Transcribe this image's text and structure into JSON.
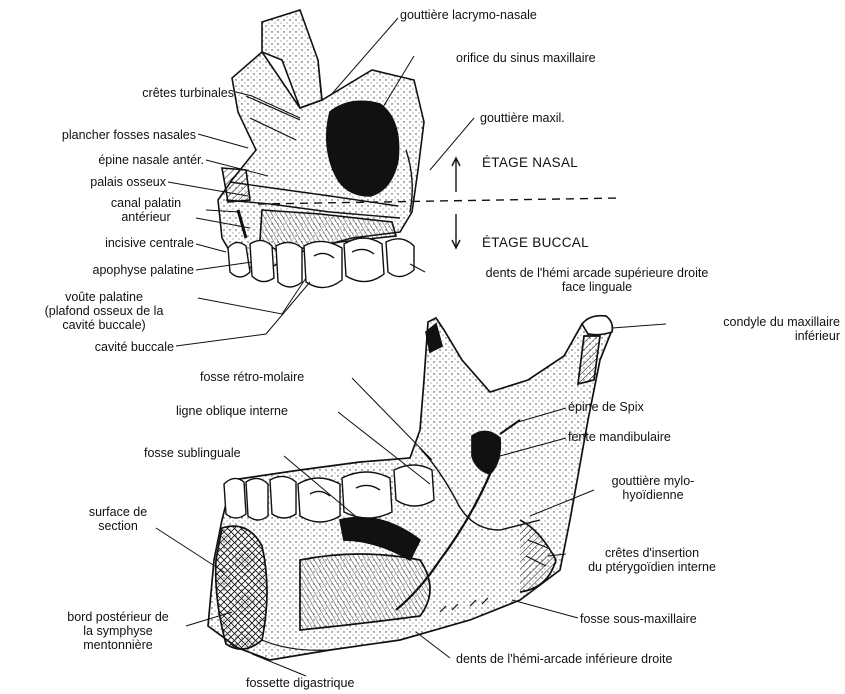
{
  "labels": {
    "gouttiere_lacrymo_nasale": "gouttière lacrymo-nasale",
    "orifice_sinus_maxillaire": "orifice du sinus maxillaire",
    "cretes_turbinales": "crêtes turbinales",
    "gouttiere_maxil": "gouttière maxil.",
    "plancher_fosses_nasales": "plancher fosses nasales",
    "epine_nasale_anter": "épine nasale antér.",
    "etage_nasal": "ÉTAGE NASAL",
    "palais_osseux": "palais osseux",
    "canal_palatin_line1": "canal palatin",
    "canal_palatin_line2": "antérieur",
    "incisive_centrale": "incisive centrale",
    "etage_buccal": "ÉTAGE BUCCAL",
    "apophyse_palatine": "apophyse palatine",
    "dents_sup_line1": "dents de l'hémi arcade supérieure droite",
    "dents_sup_line2": "face linguale",
    "voute_line1": "voûte palatine",
    "voute_line2": "(plafond osseux de la",
    "voute_line3": "cavité buccale)",
    "cavite_buccale": "cavité buccale",
    "condyle_line1": "condyle du maxillaire",
    "condyle_line2": "inférieur",
    "fosse_retro_molaire": "fosse rétro-molaire",
    "ligne_oblique_interne": "ligne oblique interne",
    "epine_de_spix": "épine de Spix",
    "fente_mandibulaire": "fente mandibulaire",
    "fosse_sublinguale": "fosse sublinguale",
    "gouttiere_mylo_line1": "gouttière mylo-",
    "gouttiere_mylo_line2": "hyoïdienne",
    "surface_section_line1": "surface de",
    "surface_section_line2": "section",
    "cretes_insertion_line1": "crêtes d'insertion",
    "cretes_insertion_line2": "du ptérygoïdien interne",
    "bord_posterieur_line1": "bord postérieur de",
    "bord_posterieur_line2": "la symphyse",
    "bord_posterieur_line3": "mentonnière",
    "fosse_sous_maxillaire": "fosse sous-maxillaire",
    "dents_inf": "dents de l'hémi-arcade inférieure droite",
    "fossette_digastrique": "fossette digastrique"
  },
  "colors": {
    "ink": "#111111",
    "background": "#ffffff",
    "shade": "#2a2a2a"
  }
}
